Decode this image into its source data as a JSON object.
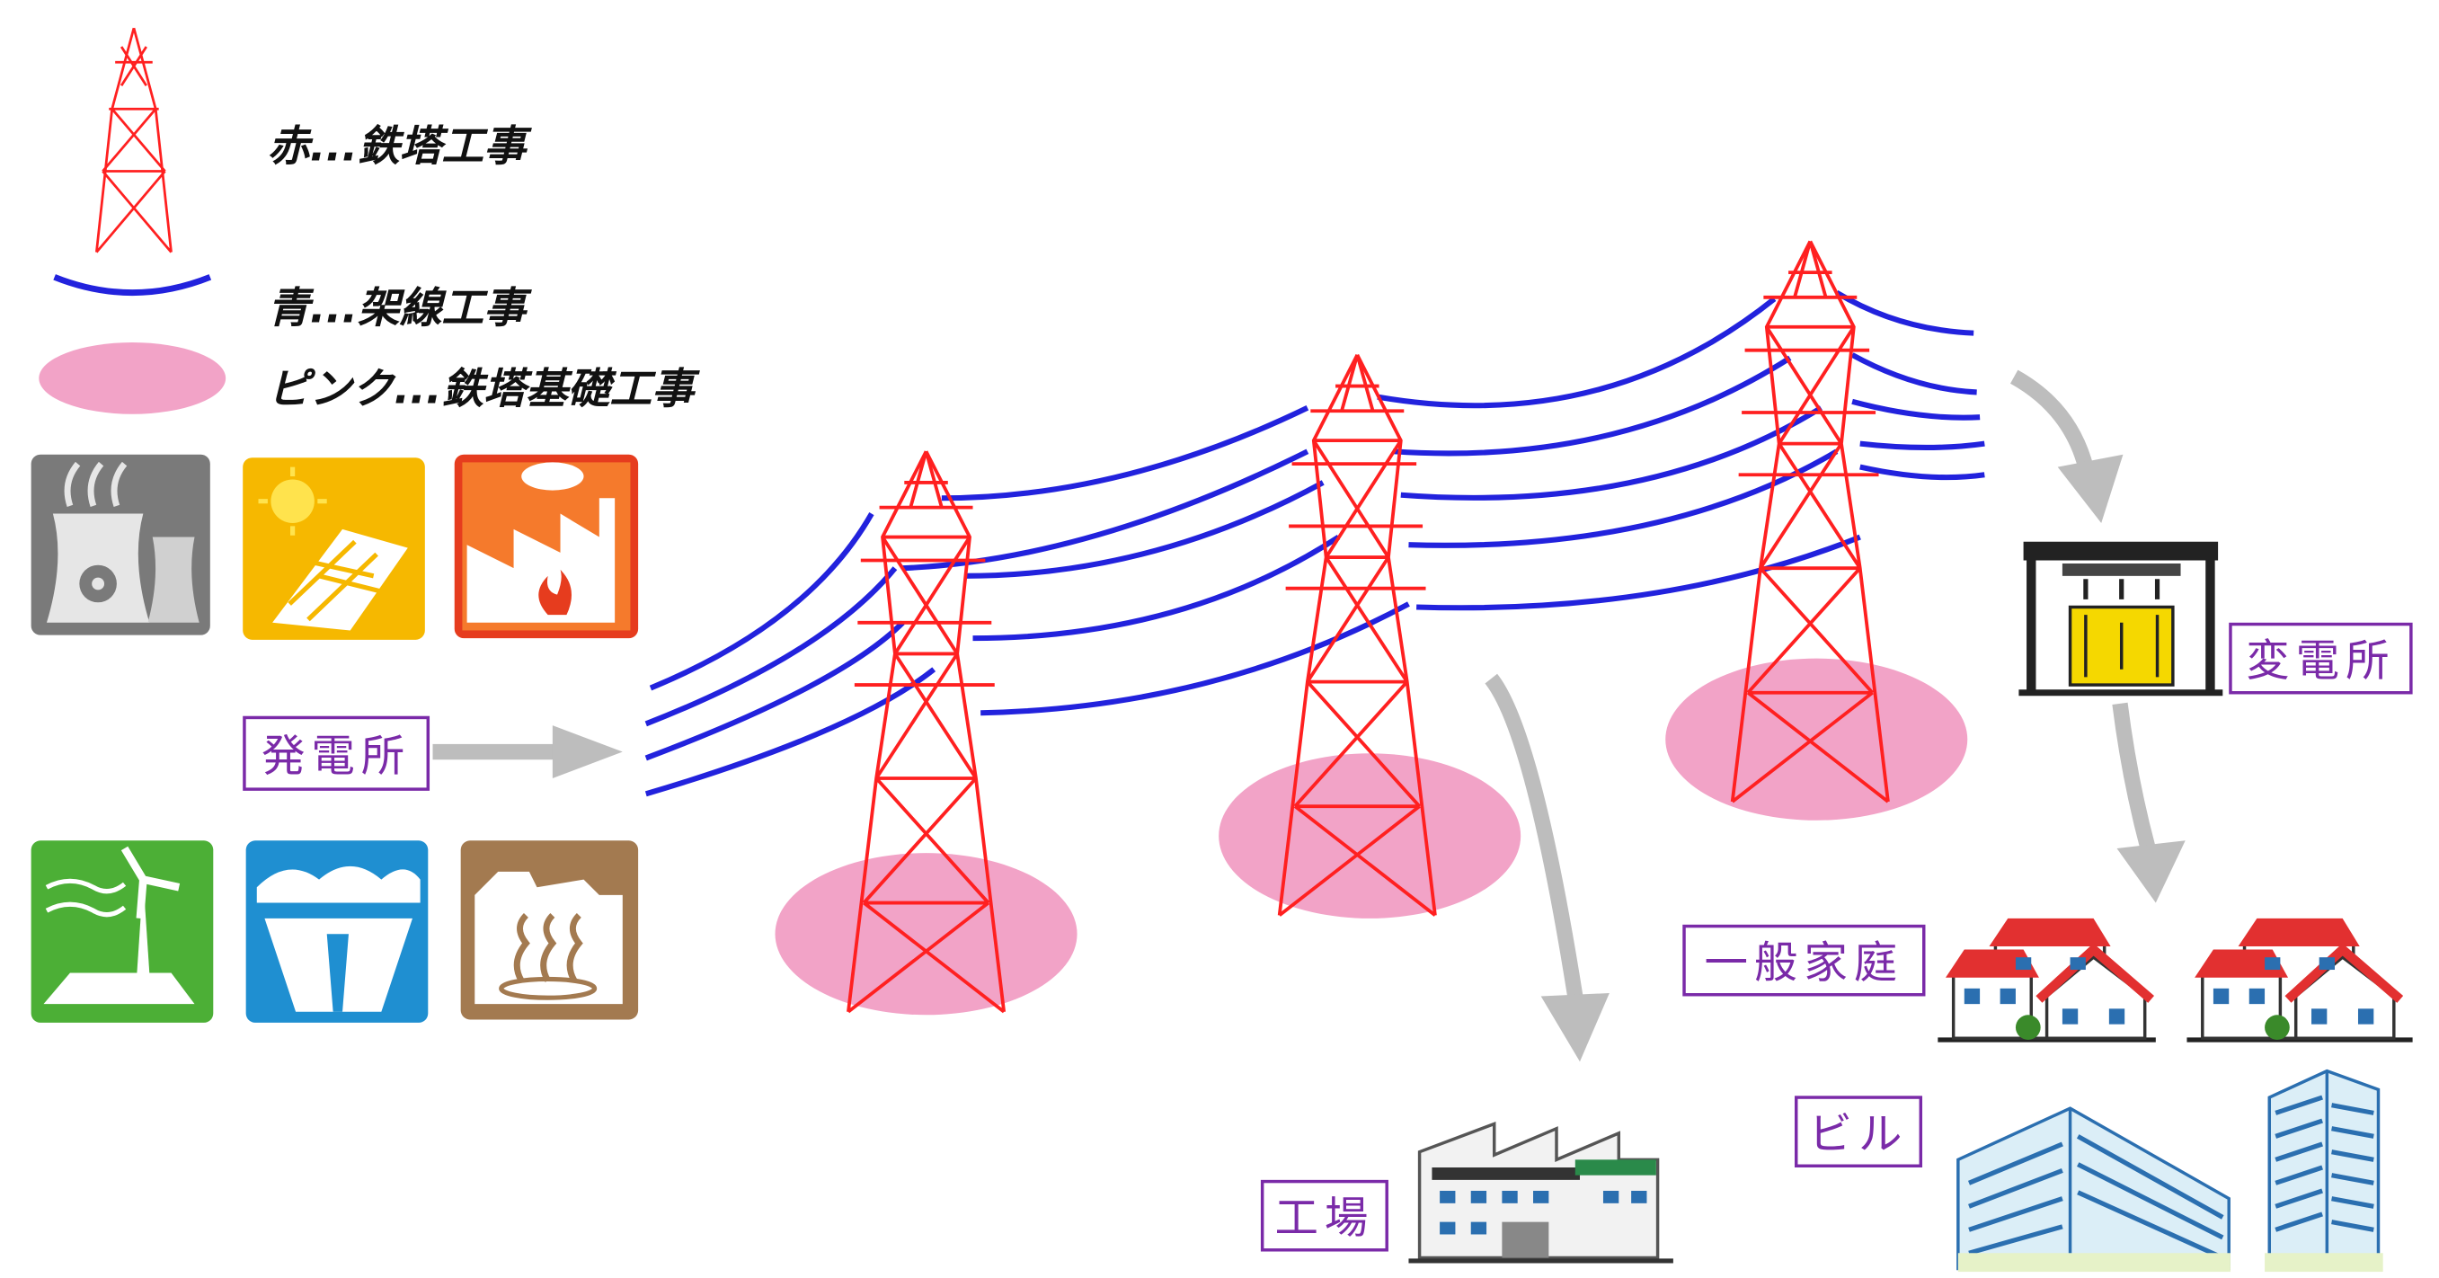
{
  "legend": {
    "red": "赤...鉄塔工事",
    "blue": "青...架線工事",
    "pink": "ピンク...鉄塔基礎工事"
  },
  "labels": {
    "power_plant": "発電所",
    "substation": "変電所",
    "household": "一般家庭",
    "building": "ビル",
    "factory": "工場"
  },
  "colors": {
    "tower": "#ff2020",
    "wire": "#2020e0",
    "foundation": "#f0a0c8",
    "arrow": "#bdbdbd",
    "label_border": "#7a2aa8"
  },
  "icons": [
    "nuclear-icon",
    "solar-icon",
    "thermal-icon",
    "wind-icon",
    "hydro-icon",
    "geothermal-icon"
  ]
}
